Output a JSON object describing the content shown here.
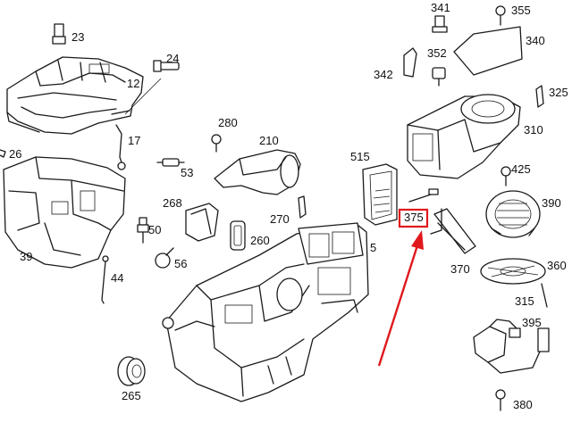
{
  "labels": {
    "p23": "23",
    "p24": "24",
    "p12": "12",
    "p17": "17",
    "p26": "26",
    "p39": "39",
    "p44": "44",
    "p50": "50",
    "p56": "56",
    "p53": "53",
    "p268": "268",
    "p280": "280",
    "p210": "210",
    "p270": "270",
    "p260": "260",
    "p265": "265",
    "p515": "515",
    "p5": "5",
    "p375": "375",
    "p370": "370",
    "p341": "341",
    "p355": "355",
    "p340": "340",
    "p342": "342",
    "p352": "352",
    "p325": "325",
    "p310": "310",
    "p425": "425",
    "p390": "390",
    "p360": "360",
    "p315": "315",
    "p395": "395",
    "p380": "380"
  },
  "highlight": {
    "color": "#e0191c",
    "target": "375"
  }
}
